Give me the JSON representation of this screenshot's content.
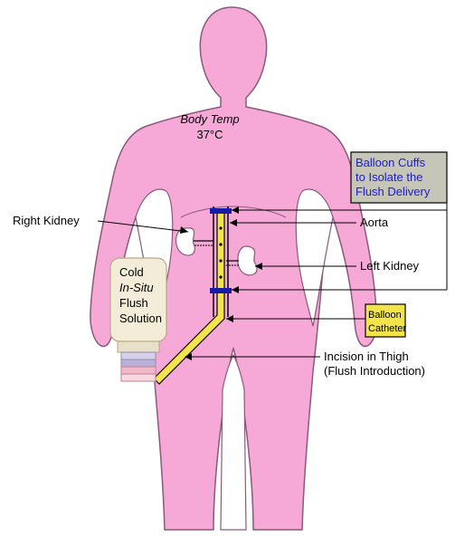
{
  "body": {
    "temp_label": "Body Temp",
    "temp_value": "37°C"
  },
  "labels": {
    "balloon_cuffs_line1": "Balloon Cuffs",
    "balloon_cuffs_line2": "to Isolate the",
    "balloon_cuffs_line3": "Flush Delivery",
    "right_kidney": "Right Kidney",
    "aorta": "Aorta",
    "left_kidney": "Left Kidney",
    "balloon_catheter_line1": "Balloon",
    "balloon_catheter_line2": "Catheter",
    "incision_line1": "Incision in Thigh",
    "incision_line2": "(Flush Introduction)"
  },
  "bottle": {
    "line1": "Cold",
    "line2": "In-Situ",
    "line3": "Flush",
    "line4": "Solution"
  },
  "colors": {
    "body": "#f6a8d6",
    "body_outline": "#8a5a7a",
    "catheter": "#f2e44a",
    "cuff": "#1a1aa8",
    "callout_bg": "#c6c6b8",
    "callout_text_blue": "#1a1ad8"
  }
}
